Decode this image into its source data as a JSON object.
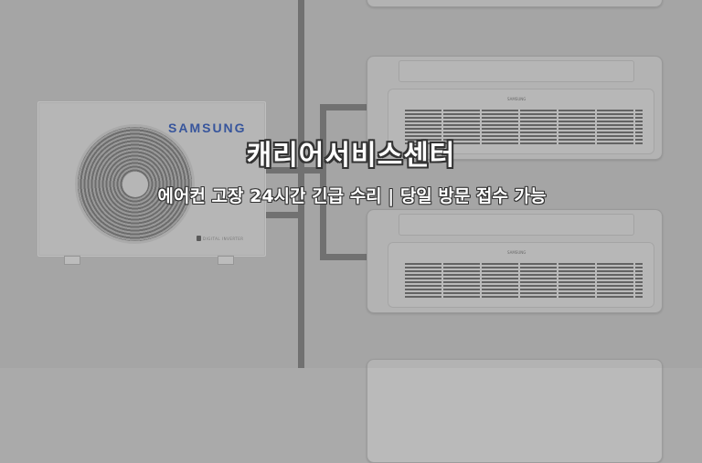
{
  "hero": {
    "title": "캐리어서비스센터",
    "subtitle": "에어컨 고장 24시간 긴급 수리 | 당일 방문 접수 가능"
  },
  "image": {
    "outdoor_unit": {
      "brand": "SAMSUNG",
      "tag": "DIGITAL INVERTER",
      "brand_color": "#2d4fa0"
    },
    "indoor_units": [
      {
        "brand": "SAMSUNG"
      },
      {
        "brand": "SAMSUNG"
      }
    ]
  },
  "colors": {
    "background": "#aaaaaa",
    "pipe": "#6f6f6f",
    "title_text": "#ffffff",
    "title_outline": "#333333"
  }
}
